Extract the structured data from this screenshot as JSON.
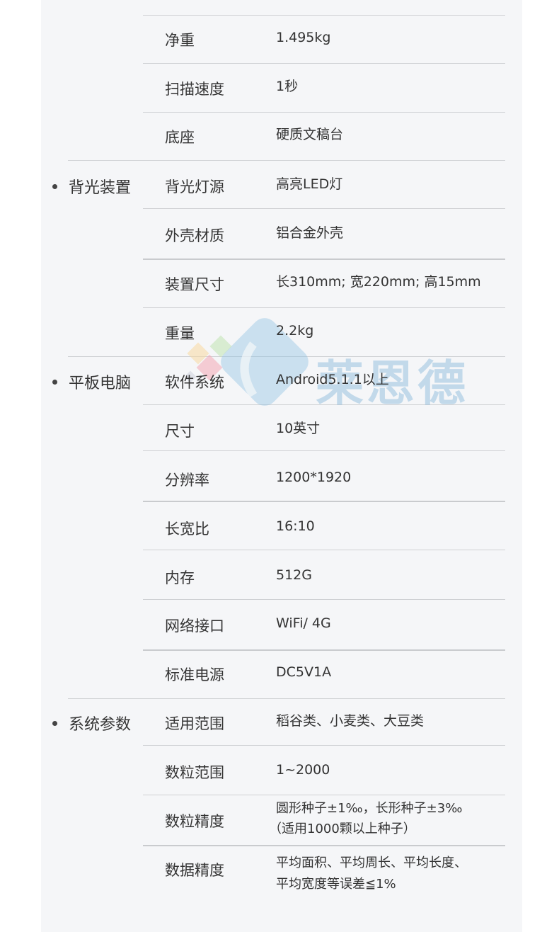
{
  "watermark": {
    "brand_text": "莱恩德",
    "colors": {
      "blue": "#8cc0e3",
      "pink": "#f3a6b4",
      "green": "#bfe3b0",
      "yellow": "#f8d9a0",
      "gray": "#cfd0dc"
    }
  },
  "specs": {
    "pre_rows": [
      {
        "label": "净重",
        "value": "1.495kg"
      },
      {
        "label": "扫描速度",
        "value": "1秒"
      },
      {
        "label": "底座",
        "value": "硬质文稿台"
      }
    ],
    "sections": [
      {
        "title": "背光装置",
        "rows": [
          {
            "label": "背光灯源",
            "value": "高亮LED灯"
          },
          {
            "label": "外壳材质",
            "value": "铝合金外壳"
          },
          {
            "label": "装置尺寸",
            "value": "长310mm; 宽220mm; 高15mm"
          },
          {
            "label": "重量",
            "value": "2.2kg"
          }
        ]
      },
      {
        "title": "平板电脑",
        "rows": [
          {
            "label": "软件系统",
            "value": "Android5.1.1以上"
          },
          {
            "label": "尺寸",
            "value": "10英寸"
          },
          {
            "label": "分辨率",
            "value": "1200*1920"
          },
          {
            "label": "长宽比",
            "value": "16:10"
          },
          {
            "label": "内存",
            "value": "512G"
          },
          {
            "label": "网络接口",
            "value": "WiFi/ 4G"
          },
          {
            "label": "标准电源",
            "value": "DC5V1A"
          }
        ]
      },
      {
        "title": "系统参数",
        "rows": [
          {
            "label": "适用范围",
            "value": "稻谷类、小麦类、大豆类"
          },
          {
            "label": "数粒范围",
            "value": "1~2000"
          },
          {
            "label": "数粒精度",
            "value_lines": [
              "圆形种子±1‰，长形种子±3‰",
              "（适用1000颗以上种子）"
            ]
          },
          {
            "label": "数据精度",
            "value_lines": [
              "平均面积、平均周长、平均长度、",
              "平均宽度等误差≦1%"
            ]
          }
        ]
      }
    ]
  }
}
